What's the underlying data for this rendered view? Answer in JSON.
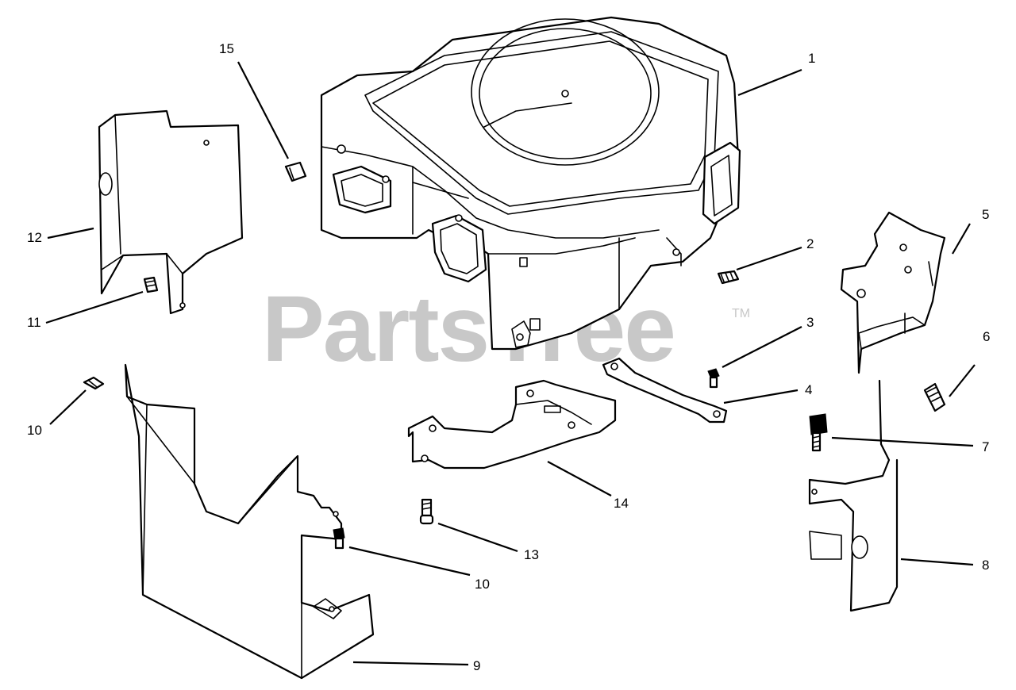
{
  "watermark": {
    "text": "PartsTree",
    "trademark": "TM",
    "color": "#c8c8c8"
  },
  "callouts": [
    {
      "id": "c1",
      "label": "1"
    },
    {
      "id": "c2",
      "label": "2"
    },
    {
      "id": "c3",
      "label": "3"
    },
    {
      "id": "c4",
      "label": "4"
    },
    {
      "id": "c5",
      "label": "5"
    },
    {
      "id": "c6",
      "label": "6"
    },
    {
      "id": "c7",
      "label": "7"
    },
    {
      "id": "c8",
      "label": "8"
    },
    {
      "id": "c9",
      "label": "9"
    },
    {
      "id": "c10a",
      "label": "10"
    },
    {
      "id": "c10b",
      "label": "10"
    },
    {
      "id": "c11",
      "label": "11"
    },
    {
      "id": "c12",
      "label": "12"
    },
    {
      "id": "c13",
      "label": "13"
    },
    {
      "id": "c14",
      "label": "14"
    },
    {
      "id": "c15",
      "label": "15"
    }
  ]
}
